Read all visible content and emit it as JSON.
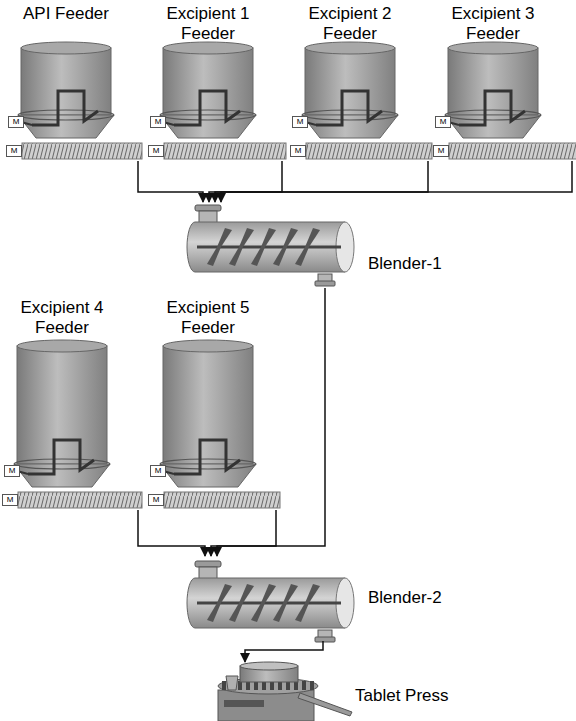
{
  "diagram": {
    "nodes": [
      {
        "text": [
          "API Feeder"
        ]
      },
      {
        "text": [
          "Excipient 1 Feeder"
        ]
      },
      {
        "text": [
          "Excipient 2 Feeder"
        ]
      },
      {
        "text": [
          "Excipient 3 Feeder"
        ]
      },
      {
        "text": [
          "Blender-1"
        ]
      },
      {
        "text": [
          "Excipient 4 Feeder"
        ]
      },
      {
        "text": [
          "Excipient 5 Feeder"
        ]
      },
      {
        "text": [
          "Blender-2"
        ]
      },
      {
        "text": [
          "Tablet Press"
        ]
      }
    ],
    "edges": [
      {
        "from": 0,
        "to": 4,
        "arrow": "to"
      },
      {
        "from": 1,
        "to": 4,
        "arrow": "to"
      },
      {
        "from": 2,
        "to": 4,
        "arrow": "to"
      },
      {
        "from": 3,
        "to": 4,
        "arrow": "to"
      },
      {
        "from": 4,
        "to": 7,
        "arrow": "to"
      },
      {
        "from": 5,
        "to": 7,
        "arrow": "to"
      },
      {
        "from": 6,
        "to": 7,
        "arrow": "to"
      },
      {
        "from": 7,
        "to": 8,
        "arrow": "to"
      }
    ],
    "labels": [
      "M",
      "M",
      "M",
      "M",
      "M",
      "M",
      "M",
      "M",
      "M",
      "M",
      "M",
      "M"
    ]
  }
}
